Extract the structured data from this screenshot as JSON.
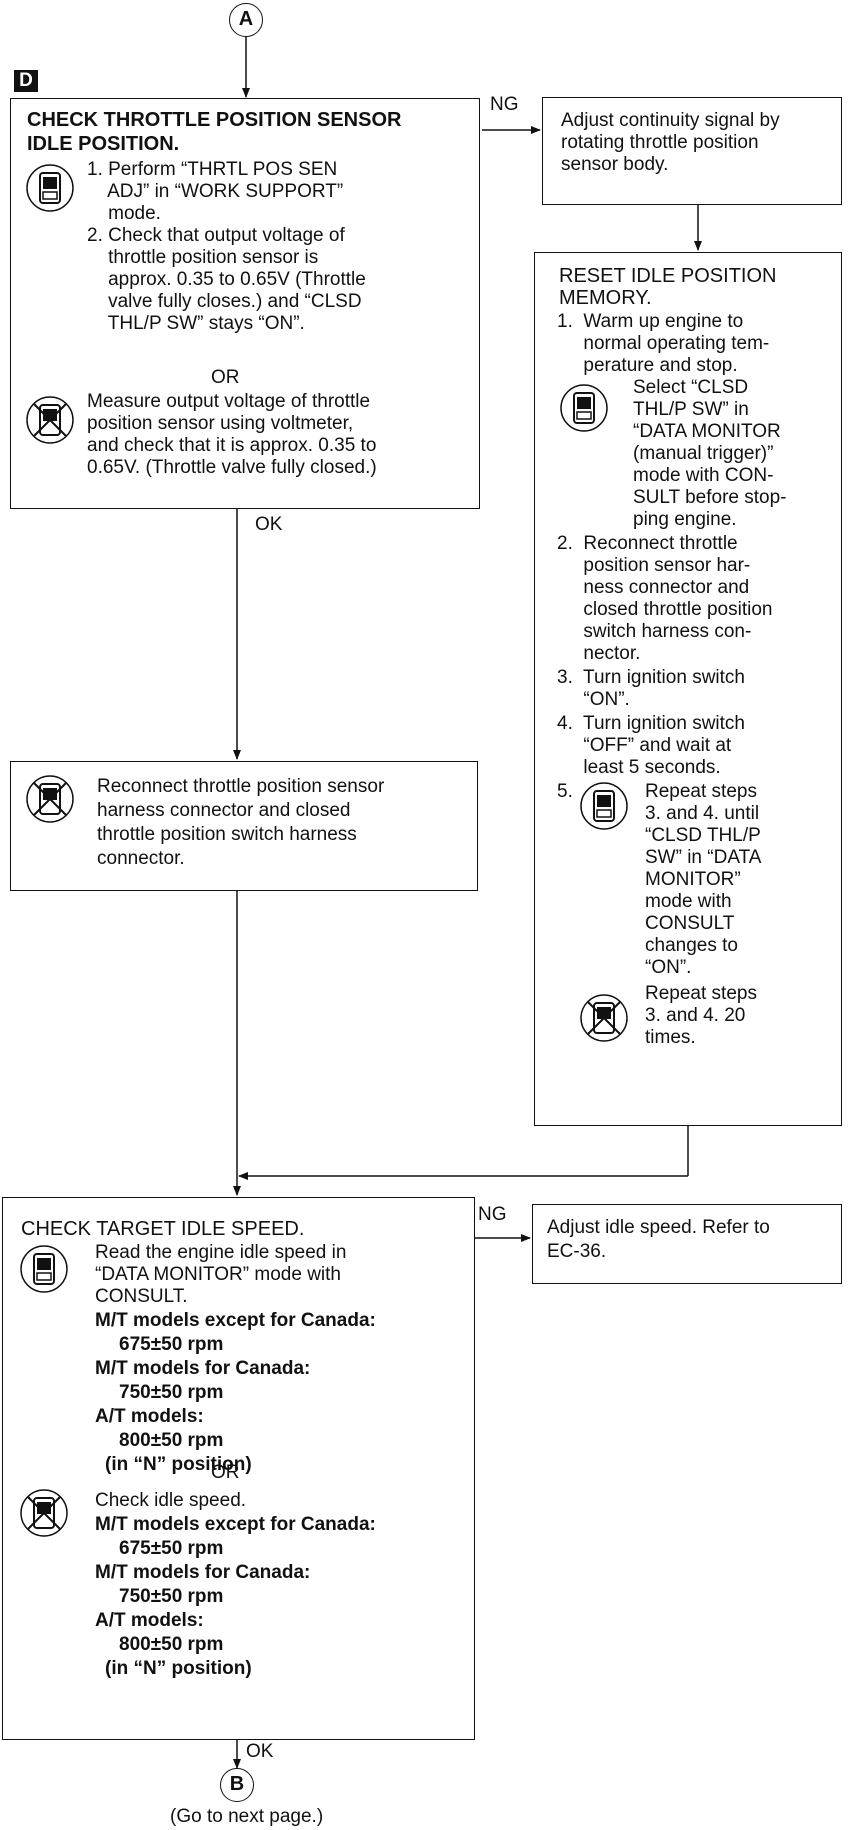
{
  "connectors": {
    "a": "A",
    "b": "B",
    "next_page": "(Go to next page.)"
  },
  "section_tag": "D",
  "labels": {
    "ng": "NG",
    "ok": "OK",
    "or": "OR"
  },
  "check_tps": {
    "title1": "CHECK THROTTLE POSITION SENSOR",
    "title2": "IDLE POSITION.",
    "lines_consult": [
      "1. Perform “THRTL POS SEN",
      "    ADJ” in “WORK SUPPORT”",
      "    mode.",
      "2. Check that output voltage of",
      "    throttle position sensor is",
      "    approx. 0.35 to 0.65V (Throttle",
      "    valve fully closes.) and “CLSD",
      "    THL/P SW” stays “ON”."
    ],
    "lines_manual": [
      "Measure output voltage of throttle",
      "position sensor using voltmeter,",
      "and check that it is approx. 0.35 to",
      "0.65V. (Throttle valve fully closed.)"
    ]
  },
  "adjust_continuity": [
    "Adjust continuity signal by",
    "rotating throttle position",
    "sensor body."
  ],
  "reset_idle": {
    "title": [
      "RESET IDLE POSITION",
      "MEMORY."
    ],
    "step1": [
      "1.  Warm up engine to",
      "     normal operating tem-",
      "     perature and stop."
    ],
    "step1_consult": [
      "Select “CLSD",
      "THL/P SW” in",
      "“DATA MONITOR",
      "(manual trigger)”",
      "mode with CON-",
      "SULT before stop-",
      "ping engine."
    ],
    "step2": [
      "2.  Reconnect throttle",
      "     position sensor har-",
      "     ness connector and",
      "     closed throttle position",
      "     switch harness con-",
      "     nector."
    ],
    "step3": [
      "3.  Turn ignition switch",
      "     “ON”."
    ],
    "step4": [
      "4.  Turn ignition switch",
      "     “OFF” and wait at",
      "     least 5 seconds."
    ],
    "step5_num": "5.",
    "step5_consult": [
      "Repeat steps",
      "3. and 4. until",
      "“CLSD THL/P",
      "SW” in “DATA",
      "MONITOR”",
      "mode with",
      "CONSULT",
      "changes to",
      "“ON”."
    ],
    "step5_manual": [
      "Repeat steps",
      "3. and 4. 20",
      "times."
    ]
  },
  "reconnect": [
    "Reconnect throttle position sensor",
    "harness connector and closed",
    "throttle position switch harness",
    "connector."
  ],
  "check_idle": {
    "title": "CHECK TARGET IDLE SPEED.",
    "consult_lines": [
      "Read the engine idle speed in",
      "“DATA MONITOR” mode with",
      "CONSULT."
    ],
    "spec": [
      {
        "text": "M/T models except for Canada:",
        "bold": true,
        "indent": 0
      },
      {
        "text": "675±50 rpm",
        "bold": true,
        "indent": 1
      },
      {
        "text": "M/T models for Canada:",
        "bold": true,
        "indent": 0
      },
      {
        "text": "750±50 rpm",
        "bold": true,
        "indent": 1
      },
      {
        "text": "A/T models:",
        "bold": true,
        "indent": 0
      },
      {
        "text": "800±50 rpm",
        "bold": true,
        "indent": 1
      },
      {
        "text": "(in “N” position)",
        "bold": true,
        "indent": 1
      }
    ],
    "manual_line": "Check idle speed."
  },
  "adjust_idle": [
    "Adjust idle speed. Refer to",
    "EC-36."
  ]
}
